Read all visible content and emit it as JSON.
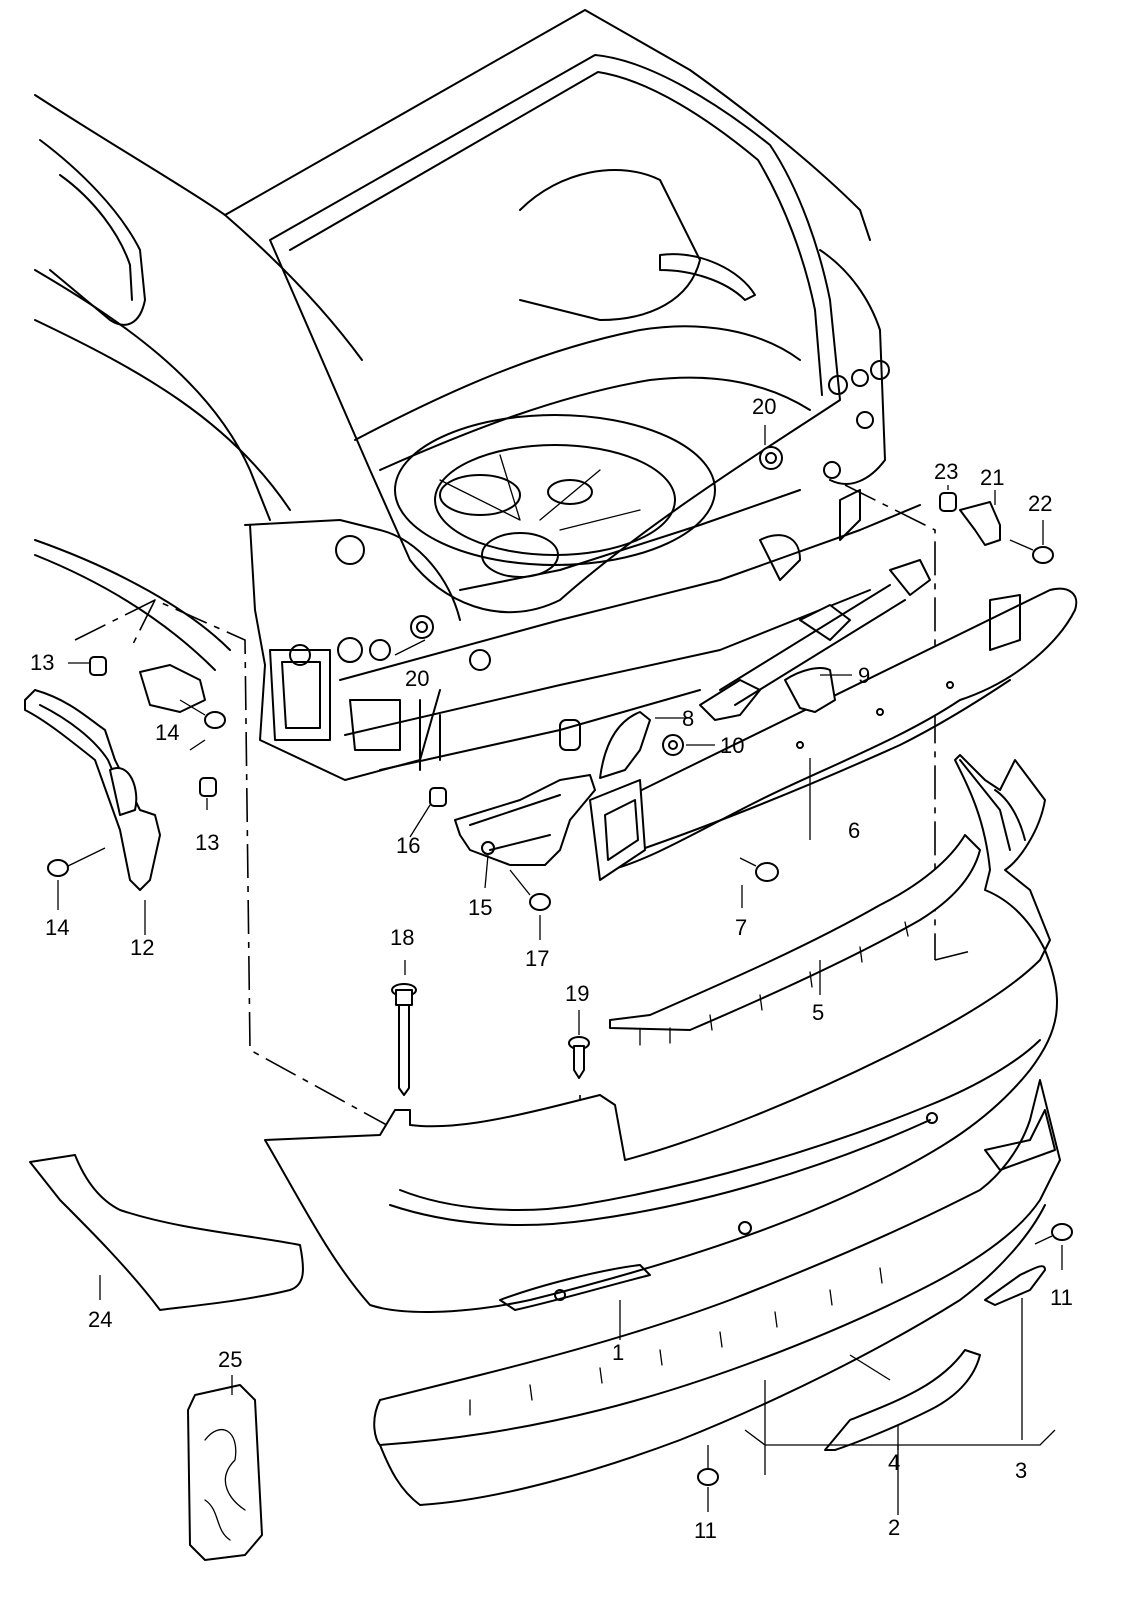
{
  "callouts": {
    "c1": "1",
    "c2": "2",
    "c3": "3",
    "c4": "4",
    "c5": "5",
    "c6": "6",
    "c7": "7",
    "c8": "8",
    "c9": "9",
    "c10": "10",
    "c11a": "11",
    "c11b": "11",
    "c12": "12",
    "c13a": "13",
    "c13b": "13",
    "c14a": "14",
    "c14b": "14",
    "c15": "15",
    "c16": "16",
    "c17": "17",
    "c18": "18",
    "c19": "19",
    "c20a": "20",
    "c20b": "20",
    "c21": "21",
    "c22": "22",
    "c23": "23",
    "c24": "24",
    "c25": "25"
  }
}
